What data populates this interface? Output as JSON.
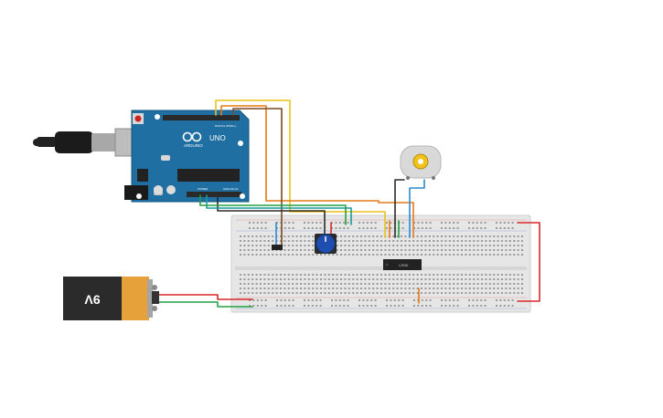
{
  "arduino": {
    "brand": "ARDUINO",
    "model": "UNO",
    "digital_label": "DIGITAL (PWM~)",
    "power_label": "POWER",
    "analog_label": "ANALOG IN"
  },
  "battery": {
    "voltage_label": "9V"
  },
  "driver_chip": {
    "label": "L293D"
  },
  "colors": {
    "board": "#1f6fa3",
    "breadboard": "#e6e6e6",
    "wire_red": "#d9262b",
    "wire_green": "#23a043",
    "wire_orange": "#e67a17",
    "wire_yellow": "#e8c21a",
    "wire_blue": "#2c8ad1",
    "wire_brown": "#7a4a21",
    "wire_black": "#2b2b2b",
    "wire_teal": "#1b9c9a"
  },
  "components": [
    "arduino-uno",
    "usb-cable",
    "breadboard",
    "potentiometer",
    "push-button",
    "motor-driver-chip",
    "dc-motor",
    "9v-battery"
  ]
}
